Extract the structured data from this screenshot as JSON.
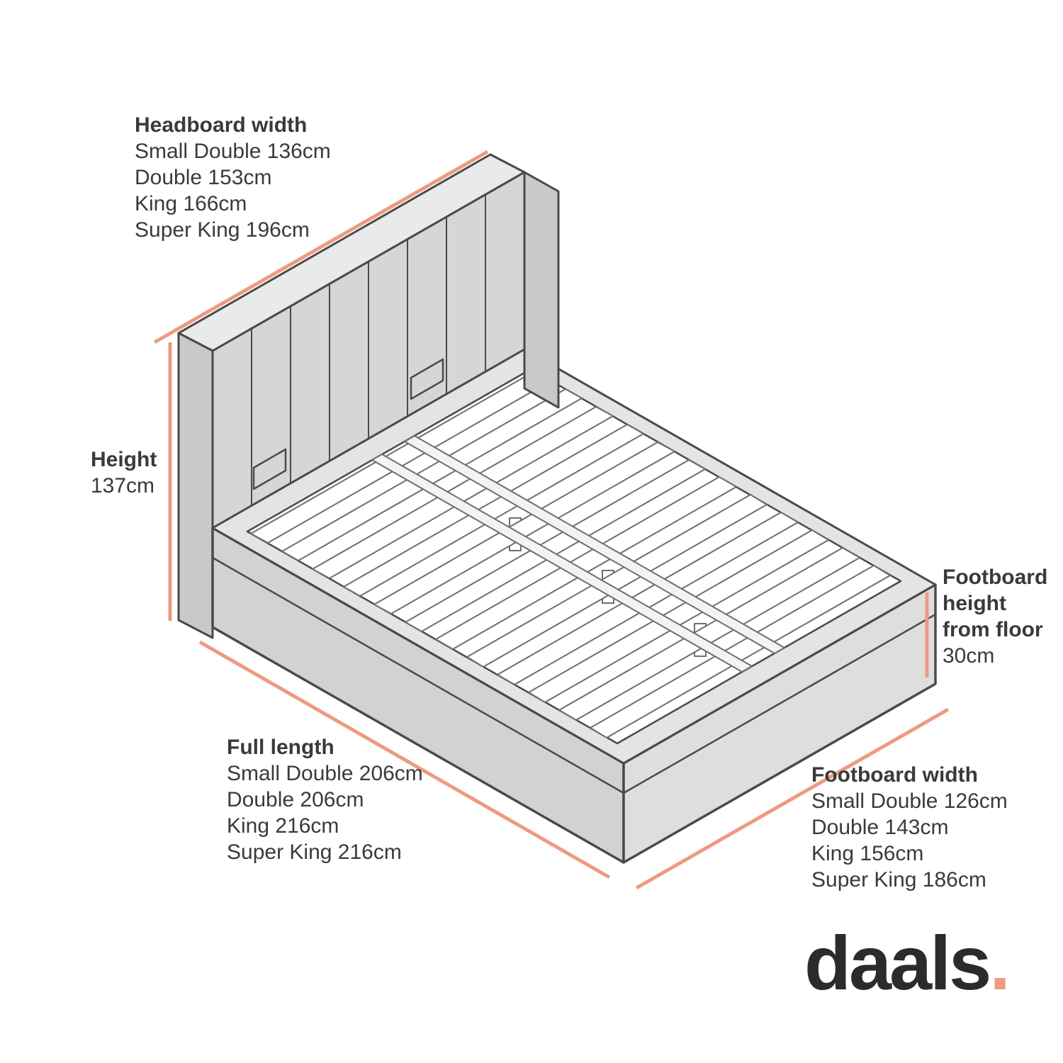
{
  "colors": {
    "accent": "#EC9B81",
    "text": "#3A3A3A",
    "logo": "#2B2B2B",
    "outline": "#4A4A4A"
  },
  "diagram": {
    "headboard_width": {
      "title": "Headboard width",
      "rows": [
        "Small Double 136cm",
        "Double 153cm",
        "King 166cm",
        "Super King 196cm"
      ]
    },
    "height": {
      "title": "Height",
      "value": "137cm"
    },
    "footboard_height": {
      "title": "Footboard height from floor",
      "value": "30cm"
    },
    "full_length": {
      "title": "Full length",
      "rows": [
        "Small Double 206cm",
        "Double 206cm",
        "King 216cm",
        "Super King 216cm"
      ]
    },
    "footboard_width": {
      "title": "Footboard width",
      "rows": [
        "Small Double 126cm",
        "Double 143cm",
        "King 156cm",
        "Super King 186cm"
      ]
    }
  },
  "brand": {
    "name": "daals",
    "dot": "."
  }
}
